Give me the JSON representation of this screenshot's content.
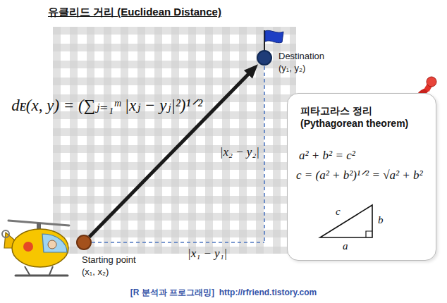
{
  "diagram": {
    "title": "유클리드 거리 (Euclidean Distance)",
    "caption": "[R 분석과 프로그래밍]  http://rfriend.tistory.com",
    "nodes": [
      {
        "text": [
          "Starting point",
          "(x₁, x₂)"
        ]
      },
      {
        "text": [
          "Destination",
          "(y₁, y₂)"
        ]
      },
      {
        "text": [
          "피타고라스 정리 (Pythagorean theorem)",
          "a² + b² = c²",
          "c = (a² + b²)¹ᐟ² = √a² + b²",
          "c",
          "b",
          "a"
        ]
      }
    ],
    "edges": [
      {
        "from": 0,
        "to": 1,
        "arrow": "to"
      }
    ],
    "labels": [
      "dᴇ(x, y) = (∑ⱼ₌₁ᵐ |xⱼ − yⱼ|²)¹ᐟ²",
      "|x₂ − y₂|",
      "|x₁ − y₁|"
    ]
  }
}
